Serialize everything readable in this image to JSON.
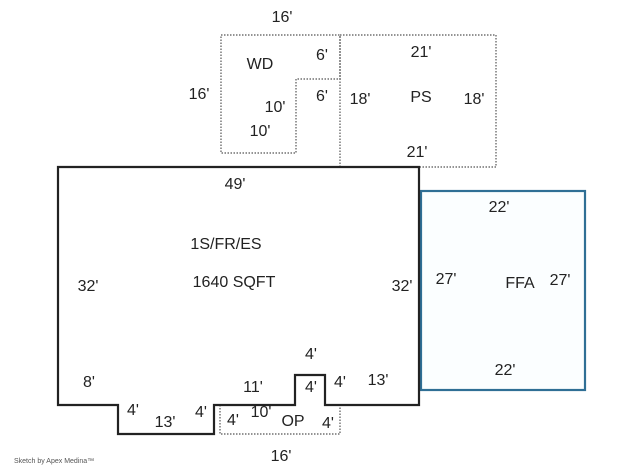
{
  "sketch": {
    "credit": "Sketch by Apex Medina™",
    "colors": {
      "main_outline": "#222222",
      "ffa_outline": "#2f6f95",
      "dotted": "#555555"
    }
  },
  "areas": {
    "wd": {
      "name": "WD",
      "dims": {
        "top": "16'",
        "left": "16'",
        "right_upper": "6'",
        "right_lower": "6'",
        "notch_horizontal": "10'",
        "bottom": "10'"
      }
    },
    "ps": {
      "name": "PS",
      "dims": {
        "top": "21'",
        "bottom": "21'",
        "left": "18'",
        "right": "18'"
      }
    },
    "main": {
      "name": "1S/FR/ES",
      "area": "1640 SQFT",
      "dims": {
        "top": "49'",
        "left": "32'",
        "right": "32'",
        "left_lower": "8'",
        "step_left": "4'",
        "step_bottom": "13'",
        "step_right": "4'",
        "mid_bottom": "11'",
        "bump_top": "4'",
        "bump_left": "4'",
        "bump_right": "4'",
        "right_bottom": "13'"
      }
    },
    "ffa": {
      "name": "FFA",
      "dims": {
        "top": "22'",
        "bottom": "22'",
        "left": "27'",
        "right": "27'"
      }
    },
    "op": {
      "name": "OP",
      "dims": {
        "top": "10'",
        "left": "4'",
        "right": "4'",
        "bottom": "16'"
      }
    }
  }
}
